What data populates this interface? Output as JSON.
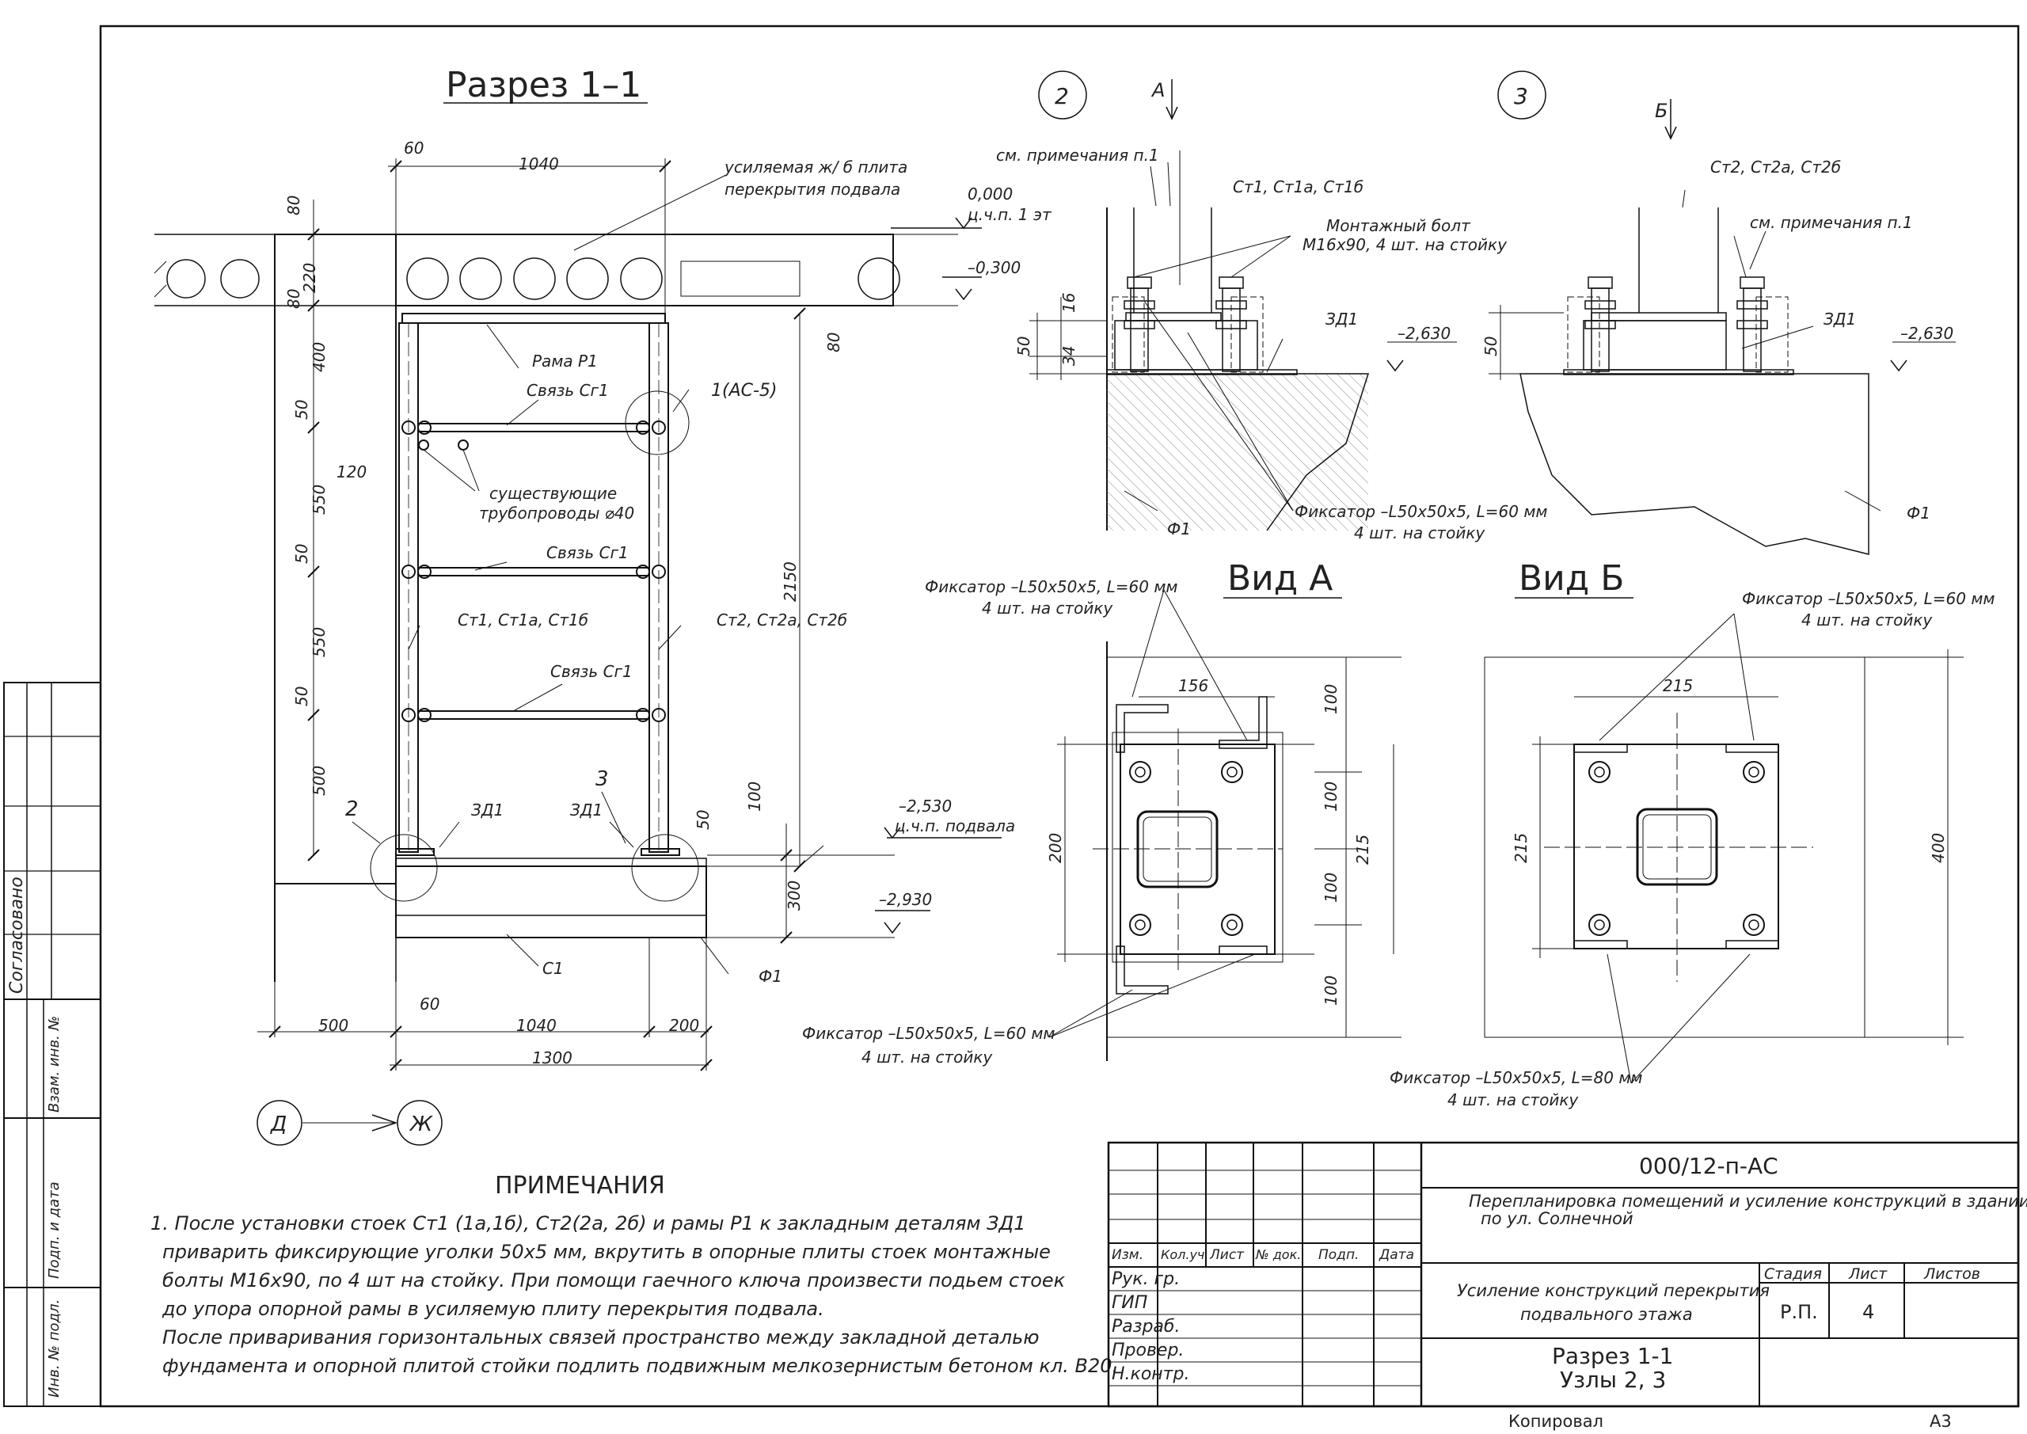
{
  "drawing": {
    "section_title": "Разрез 1–1",
    "view_a_title": "Вид А",
    "view_b_title": "Вид Б",
    "node2": "2",
    "node3": "3",
    "arrow_a": "А",
    "arrow_b": "Б",
    "axis_d": "Д",
    "axis_zh": "Ж",
    "node1": "1(АС-5)",
    "label2": "2",
    "label3": "3"
  },
  "section": {
    "dims": [
      "60",
      "1040",
      "80",
      "220",
      "80",
      "80",
      "400",
      "50",
      "120",
      "550",
      "50",
      "550",
      "50",
      "500",
      "2150",
      "100",
      "300",
      "50",
      "500",
      "60",
      "1040",
      "200",
      "1300"
    ],
    "labels": {
      "slab": "усиляемая ж/ б плита",
      "slab2": "перекрытия подвала",
      "elev0": "0,000",
      "elev0b": "ц.ч.п. 1 эт",
      "elev300": "–0,300",
      "frame": "Рама Р1",
      "brace1": "Связь Сг1",
      "pipes1": "существующие",
      "pipes2": "трубопроводы ⌀40",
      "brace2": "Связь Сг1",
      "col1": "Ст1, Ст1а, Ст1б",
      "col2": "Ст2, Ст2а, Ст2б",
      "brace3": "Связь Сг1",
      "zd1a": "ЗД1",
      "zd1b": "ЗД1",
      "elev2530": "–2,530",
      "elev2530b": "ц.ч.п. подвала",
      "elev2930": "–2,930",
      "c1": "С1",
      "f1": "Ф1"
    }
  },
  "node2": {
    "note": "см. примечания п.1",
    "cols": "Ст1, Ст1а, Ст1б",
    "bolt1": "Монтажный болт",
    "bolt2": "М16х90, 4 шт. на стойку",
    "zd1": "ЗД1",
    "elev": "–2,630",
    "dims": [
      "16",
      "50",
      "34"
    ],
    "f1": "Ф1",
    "fix1": "Фиксатор –L50х50х5, L=60 мм",
    "fix2": "4 шт. на стойку"
  },
  "node3": {
    "cols": "Ст2, Ст2а, Ст2б",
    "note": "см. примечания п.1",
    "zd1": "ЗД1",
    "elev": "–2,630",
    "dim": "50",
    "f1": "Ф1"
  },
  "view_a": {
    "fix_top1": "Фиксатор –L50х50х5, L=60 мм",
    "fix_top2": "4 шт. на стойку",
    "fix_bot1": "Фиксатор –L50х50х5, L=60 мм",
    "fix_bot2": "4 шт. на стойку",
    "dims": [
      "156",
      "100",
      "100",
      "215",
      "100",
      "100",
      "200"
    ]
  },
  "view_b": {
    "fix_top1": "Фиксатор –L50х50х5, L=60 мм",
    "fix_top2": "4 шт. на стойку",
    "fix_bot1": "Фиксатор –L50х50х5, L=80 мм",
    "fix_bot2": "4 шт. на стойку",
    "dims": [
      "215",
      "215",
      "400"
    ]
  },
  "notes": {
    "title": "ПРИМЕЧАНИЯ",
    "lines": [
      "1. После установки стоек Ст1 (1а,1б), Ст2(2а, 2б) и  рамы Р1 к закладным деталям ЗД1",
      "приварить фиксирующие уголки 50х5 мм, вкрутить в опорные плиты стоек монтажные",
      "болты М16х90, по 4 шт на стойку. При помощи гаечного ключа произвести подьем стоек",
      "до упора опорной рамы в усиляемую плиту перекрытия подвала.",
      "После приваривания горизонтальных связей пространство между закладной  деталью",
      "фундамента и опорной плитой стойки подлить подвижным мелкозернистым бетоном кл. В20."
    ]
  },
  "stamp": {
    "code": "000/12-п-АС",
    "project1": "Перепланировка помещений и усиление конструкций  в здании",
    "project2": "по ул. Солнечной",
    "headers": [
      "Изм.",
      "Кол.уч",
      "Лист",
      "№ док.",
      "Подп.",
      "Дата"
    ],
    "roles": [
      "Рук. гр.",
      "ГИП",
      "Разраб.",
      "Провер.",
      "Н.контр."
    ],
    "object1": "Усиление конструкций перекрытия",
    "object2": "подвального этажа",
    "stage_h": "Стадия",
    "sheet_h": "Лист",
    "sheets_h": "Листов",
    "stage": "Р.П.",
    "sheet": "4",
    "sheets": "",
    "content1": "Разрез 1-1",
    "content2": "Узлы 2, 3",
    "copied": "Копировал",
    "format": "А3"
  },
  "side": {
    "agreed": "Согласовано",
    "inv_replace": "Взам. инв. №",
    "sign_date": "Подп. и дата",
    "inv_orig": "Инв. № подл."
  }
}
